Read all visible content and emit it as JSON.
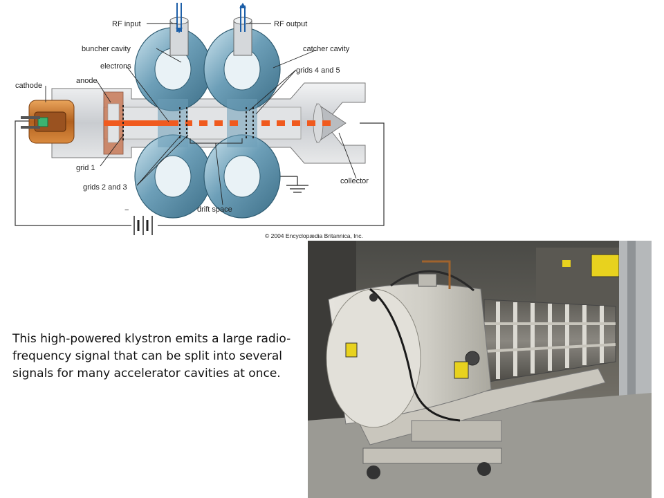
{
  "diagram": {
    "labels": {
      "rf_input": "RF input",
      "rf_output": "RF output",
      "buncher_cavity": "buncher cavity",
      "catcher_cavity": "catcher cavity",
      "electrons": "electrons",
      "grids_4_5": "grids 4 and 5",
      "cathode": "cathode",
      "anode": "anode",
      "grid_1": "grid 1",
      "grids_2_3": "grids 2 and 3",
      "drift_space": "drift space",
      "collector": "collector",
      "minus": "−",
      "plus": "+"
    },
    "copyright": "© 2004 Encyclopædia Britannica, Inc."
  },
  "caption": "This high-powered klystron emits a large radio-frequency signal that can be split into several signals for many accelerator cavities at once.",
  "colors": {
    "cavity": "#7fb0c8",
    "beam": "#f05a1e",
    "tube": "#d6d8da",
    "cathode": "#c8762a"
  }
}
